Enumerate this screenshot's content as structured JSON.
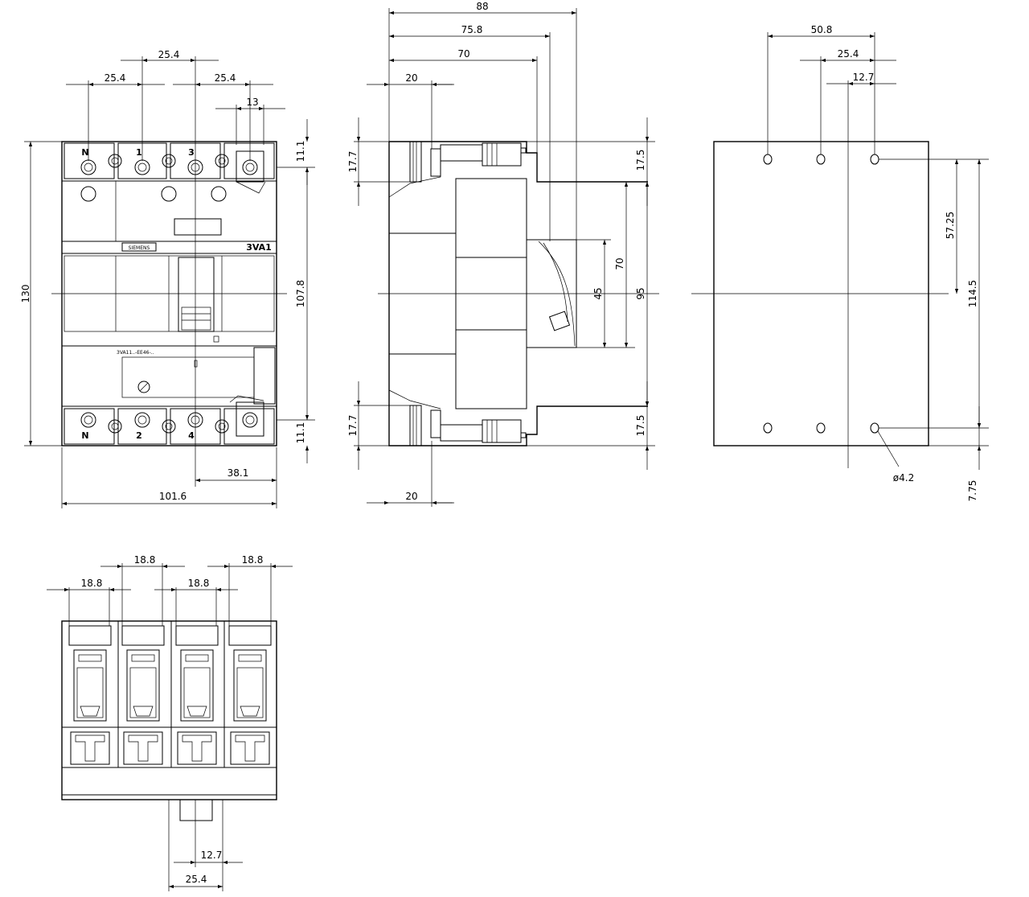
{
  "front_view": {
    "terminal_labels_top": [
      "N",
      "1",
      "3"
    ],
    "terminal_labels_bottom": [
      "N",
      "2",
      "4"
    ],
    "brand": "SIEMENS",
    "model": "3VA1",
    "rating_text": "3VA11..-EE46-..",
    "dims": {
      "pitch_top": "25.4",
      "pitch_left": "25.4",
      "pitch_right": "25.4",
      "terminal_width": "13",
      "height_total": "130",
      "height_inner": "107.8",
      "terminal_top": "11.1",
      "terminal_bottom": "11.1",
      "offset_right": "38.1",
      "width_total": "101.6"
    }
  },
  "side_view": {
    "dims": {
      "depth_total": "88",
      "depth_handle": "75.8",
      "depth_front": "70",
      "terminal_depth_top": "20",
      "terminal_depth_bottom": "20",
      "terminal_height_top": "17.7",
      "terminal_height_bottom": "17.7",
      "cover_top": "17.5",
      "cover_bottom": "17.5",
      "handle_window": "45",
      "front_height": "70",
      "body_height": "95"
    }
  },
  "drilling_view": {
    "dims": {
      "hole_span": "50.8",
      "hole_pitch": "25.4",
      "hole_offset": "12.7",
      "hole_to_center": "57.25",
      "hole_vertical": "114.5",
      "hole_diameter": "ø4.2",
      "hole_bottom_offset": "7.75"
    }
  },
  "bottom_view": {
    "dims": {
      "top_pitch_left": "18.8",
      "top_pitch_right": "18.8",
      "mid_pitch_left": "18.8",
      "mid_pitch_right": "18.8",
      "handle_offset": "12.7",
      "handle_span": "25.4"
    }
  }
}
